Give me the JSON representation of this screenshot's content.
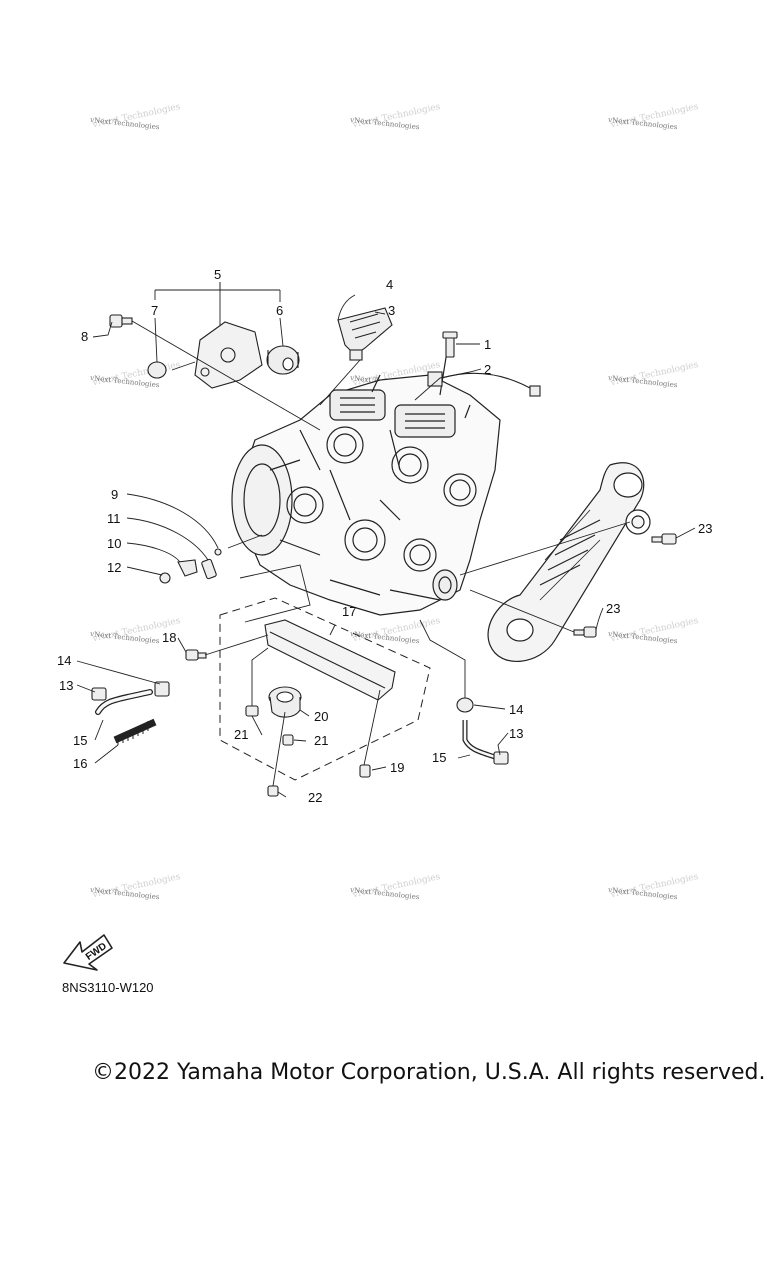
{
  "watermark": {
    "text": "vNext Technologies"
  },
  "callouts": [
    "1",
    "2",
    "3",
    "4",
    "5",
    "6",
    "7",
    "8",
    "9",
    "10",
    "11",
    "12",
    "13",
    "14",
    "15",
    "16",
    "17",
    "18",
    "19",
    "20",
    "21",
    "22",
    "23"
  ],
  "fwd_label": "FWD",
  "diagram_code": "8NS3110-W120",
  "copyright": "©2022 Yamaha Motor Corporation, U.S.A. All rights reserved."
}
